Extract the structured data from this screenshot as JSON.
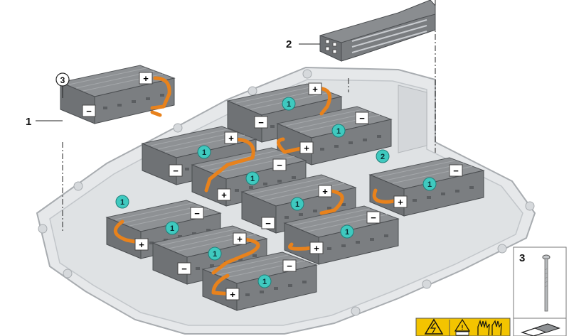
{
  "callouts": {
    "label_1": "1",
    "label_2": "2",
    "label_3_circled": "3",
    "label_3_box": "3"
  },
  "module_tag_1": "1",
  "module_tag_2": "2",
  "terminal_plus": "+",
  "terminal_minus": "−",
  "colors": {
    "module_top": "#8e9194",
    "module_side": "#6f7275",
    "tray_fill": "#e6e8ea",
    "tray_stroke": "#a8acb0",
    "badge_fill": "#3fc9bf",
    "cable": "#e8821c",
    "warning_yellow": "#f3c400"
  },
  "icons": [
    "warning-high-voltage-icon",
    "warning-manual-icon",
    "protective-gloves-icon",
    "service-plug-icon",
    "bolt-icon"
  ]
}
